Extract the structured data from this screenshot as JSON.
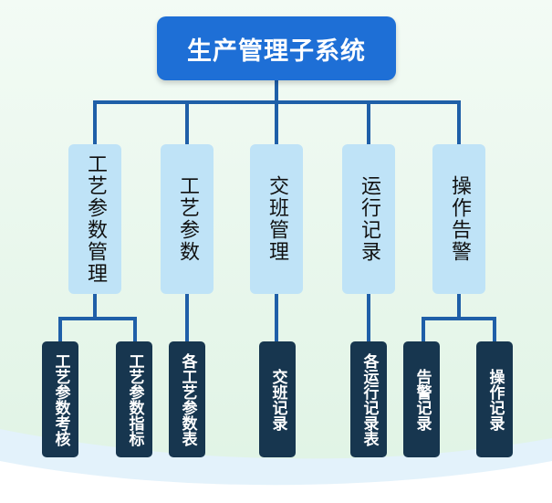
{
  "root": {
    "label": "生产管理子系统"
  },
  "categories": [
    {
      "label": "工艺参数管理",
      "children": [
        "工艺参数考核",
        "工艺参数指标"
      ]
    },
    {
      "label": "工艺参数",
      "children": [
        "各工艺参数表"
      ]
    },
    {
      "label": "交班管理",
      "children": [
        "交班记录"
      ]
    },
    {
      "label": "运行记录",
      "children": [
        "各运行记录表"
      ]
    },
    {
      "label": "操作告警",
      "children": [
        "告警记录",
        "操作记录"
      ]
    }
  ],
  "colors": {
    "root_fill": "#1e6fd6",
    "category_fill": "#bfe3f7",
    "leaf_fill": "#17364f",
    "connector": "#1f5fa8",
    "background_green": "#e6f6e8",
    "wave_blue": "#dcefff"
  }
}
